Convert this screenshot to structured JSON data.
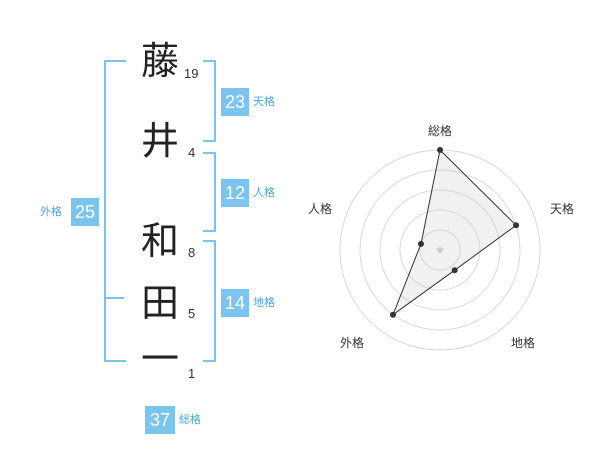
{
  "name": {
    "characters": [
      {
        "char": "藤",
        "strokes": "19"
      },
      {
        "char": "井",
        "strokes": "4"
      },
      {
        "char": "和",
        "strokes": "8"
      },
      {
        "char": "田",
        "strokes": "5"
      },
      {
        "char": "一",
        "strokes": "1"
      }
    ]
  },
  "fortune": {
    "tenkaku": {
      "value": "23",
      "label": "天格"
    },
    "jinkaku": {
      "value": "12",
      "label": "人格"
    },
    "chikaku": {
      "value": "14",
      "label": "地格"
    },
    "gaikaku": {
      "value": "25",
      "label": "外格"
    },
    "soukaku": {
      "value": "37",
      "label": "総格"
    }
  },
  "radar": {
    "labels": [
      "総格",
      "天格",
      "地格",
      "外格",
      "人格"
    ],
    "levels": [
      1,
      0.8,
      0.25,
      0.8,
      0.2
    ],
    "rings": 5
  },
  "colors": {
    "accent": "#7cc4ee",
    "badge_bg": "#7cc4ee",
    "label_text": "#4aa8dd"
  }
}
